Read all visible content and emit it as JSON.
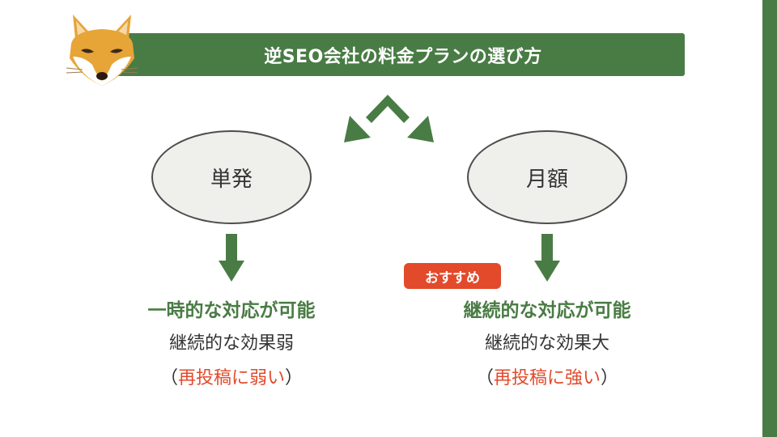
{
  "title": "逆SEO会社の料金プランの選び方",
  "badge": "おすすめ",
  "plans": [
    {
      "name": "単発",
      "headline": "一時的な対応が可能",
      "effect": "継続的な効果弱",
      "note_open": "（",
      "note_red": "再投稿に弱い",
      "note_close": "）"
    },
    {
      "name": "月額",
      "headline": "継続的な対応が可能",
      "effect": "継続的な効果大",
      "note_open": "（",
      "note_red": "再投稿に強い",
      "note_close": "）"
    }
  ],
  "colors": {
    "accent_green": "#497c44",
    "highlight_red": "#e24a2b",
    "oval_fill": "#efefeb",
    "oval_stroke": "#4d4d4d",
    "fox_orange": "#e7a437"
  },
  "icons": {
    "mascot": "fox-face-icon"
  }
}
